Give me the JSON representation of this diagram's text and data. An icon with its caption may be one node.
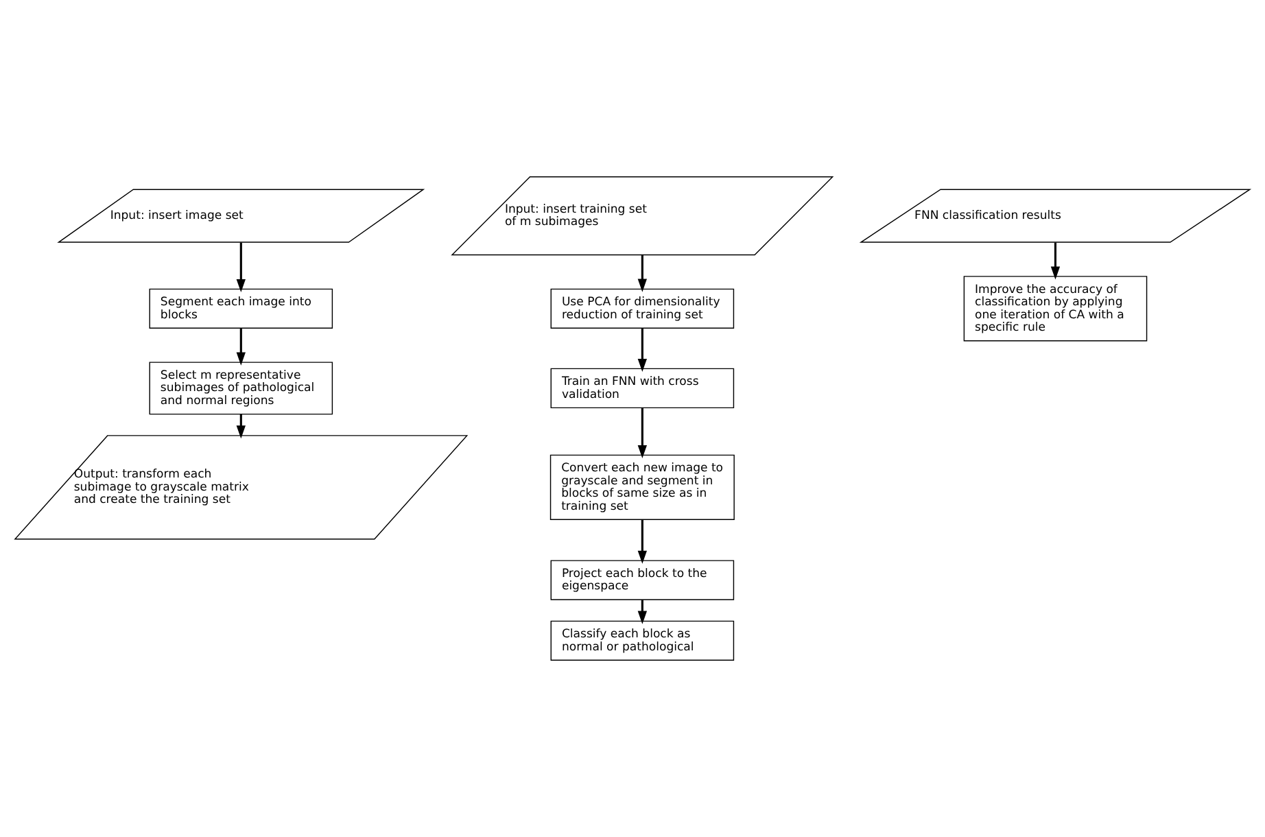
{
  "diagram": {
    "nodes": [
      {
        "text": [
          "Input: insert image set"
        ]
      },
      {
        "text": [
          "Segment each image into blocks"
        ]
      },
      {
        "text": [
          "Select m representative subimages of pathological and normal regions"
        ]
      },
      {
        "text": [
          "Output: transform each subimage to grayscale matrix and create the training set"
        ]
      },
      {
        "text": [
          "Input: insert training set of m subimages"
        ]
      },
      {
        "text": [
          "Use PCA for dimensionality reduction of training set"
        ]
      },
      {
        "text": [
          "Train an FNN with cross validation"
        ]
      },
      {
        "text": [
          "Convert each new image to grayscale and segment in blocks of same size as in training set"
        ]
      },
      {
        "text": [
          "Project each block to the eigenspace"
        ]
      },
      {
        "text": [
          "Classify each block as normal or pathological"
        ]
      },
      {
        "text": [
          "FNN classification results"
        ]
      },
      {
        "text": [
          "Improve the accuracy of classification by applying one iteration of CA with a specific rule"
        ]
      }
    ],
    "edges": [
      {
        "from": 0,
        "to": 1,
        "arrow": "to"
      },
      {
        "from": 1,
        "to": 2,
        "arrow": "to"
      },
      {
        "from": 2,
        "to": 3,
        "arrow": "to"
      },
      {
        "from": 4,
        "to": 5,
        "arrow": "to"
      },
      {
        "from": 5,
        "to": 6,
        "arrow": "to"
      },
      {
        "from": 6,
        "to": 7,
        "arrow": "to"
      },
      {
        "from": 7,
        "to": 8,
        "arrow": "to"
      },
      {
        "from": 8,
        "to": 9,
        "arrow": "to"
      },
      {
        "from": 10,
        "to": 11,
        "arrow": "to"
      }
    ]
  }
}
